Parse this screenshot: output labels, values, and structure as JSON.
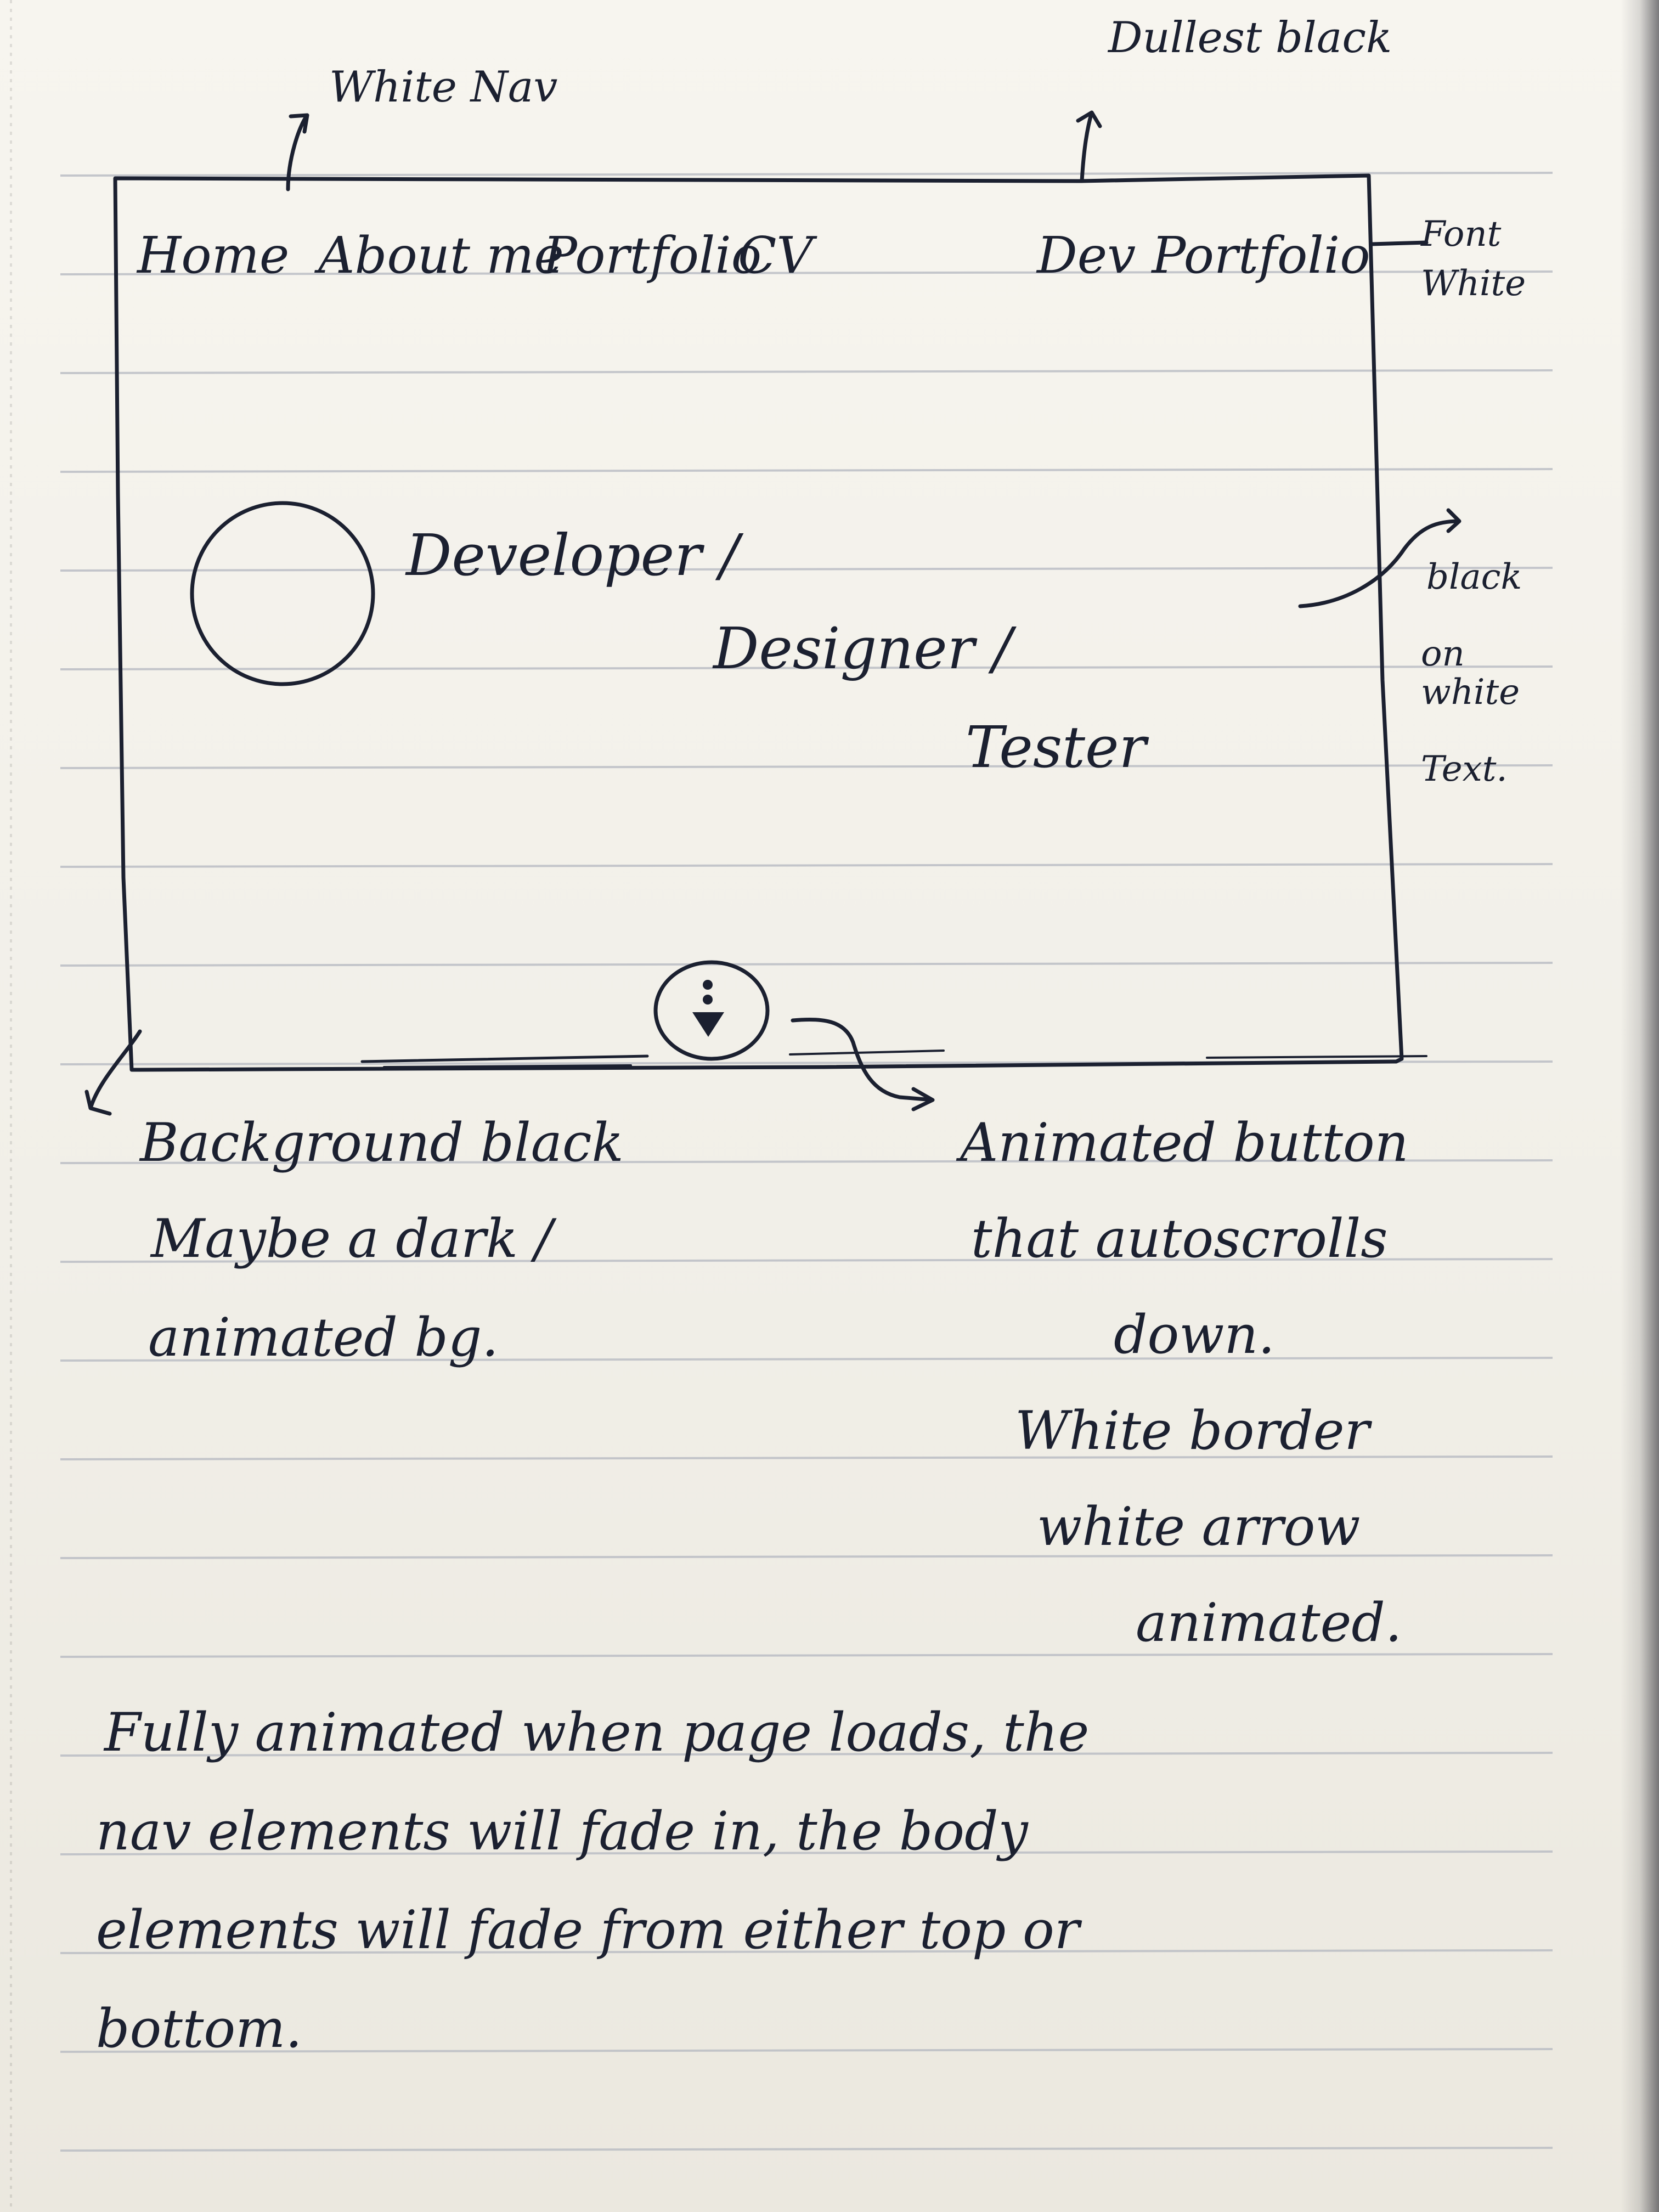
{
  "nav": {
    "items": [
      "Home",
      "About me",
      "Portfolio",
      "CV"
    ],
    "brand": "Dev Portfolio"
  },
  "annotations": {
    "nav_text_colour": "White Nav",
    "nav_background": "Dullest black",
    "brand_note": [
      "Font",
      "White"
    ],
    "right_side_note": [
      "black",
      "on",
      "white",
      "Text."
    ]
  },
  "hero": {
    "roles": [
      "Developer /",
      "Designer /",
      "Tester"
    ]
  },
  "notes": {
    "background": [
      "Background black",
      "Maybe a dark /",
      "animated bg."
    ],
    "scroll_button": [
      "Animated button",
      "that autoscrolls",
      "down.",
      "White border",
      "white arrow",
      "animated."
    ],
    "page_animation": [
      "Fully animated when page loads, the",
      "nav elements will fade in, the body",
      "elements will fade from either top or",
      "bottom."
    ]
  },
  "colors": {
    "ink": "#1b2030",
    "paper": "#f3f1ea",
    "rule": "#b9bcc4"
  },
  "icons": {
    "avatar": "circle-placeholder-icon",
    "scroll": "scroll-down-arrow-icon"
  }
}
